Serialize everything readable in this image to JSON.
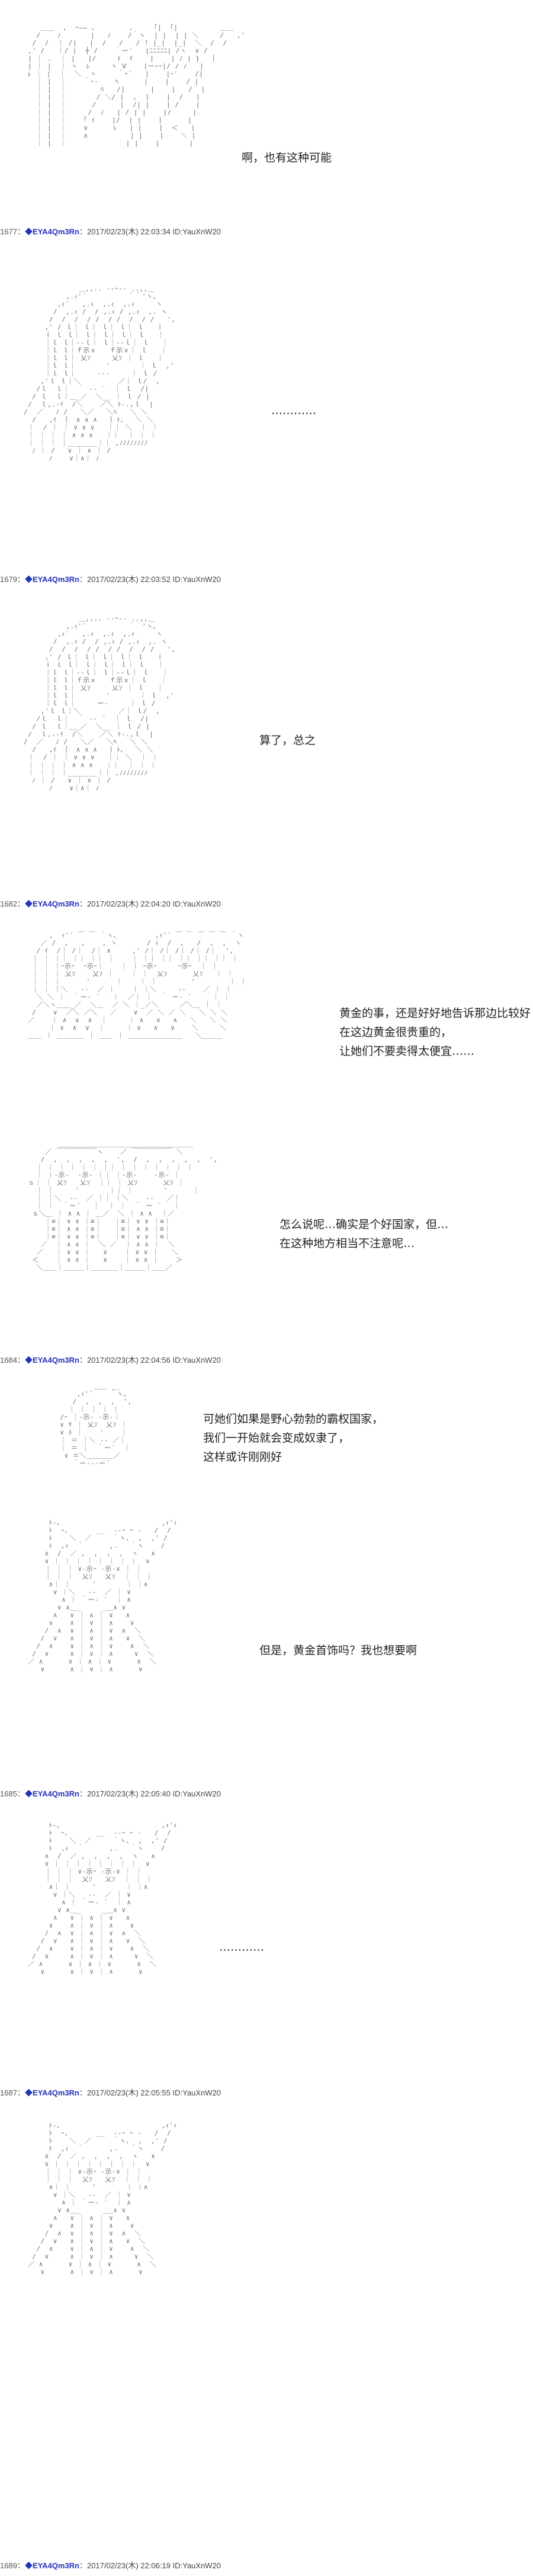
{
  "posts": [
    {
      "number": "1677",
      "sep": "：",
      "name": "EYA4Qm3Rn",
      "datetime": "：2017/02/23(木) 22:03:34 ID:YauXnW20"
    },
    {
      "number": "1679",
      "sep": "：",
      "name": "EYA4Qm3Rn",
      "datetime": "：2017/02/23(木) 22:03:52 ID:YauXnW20"
    },
    {
      "number": "1682",
      "sep": "：",
      "name": "EYA4Qm3Rn",
      "datetime": "：2017/02/23(木) 22:04:20 ID:YauXnW20"
    },
    {
      "number": "1684",
      "sep": "：",
      "name": "EYA4Qm3Rn",
      "datetime": "：2017/02/23(木) 22:04:56 ID:YauXnW20"
    },
    {
      "number": "1685",
      "sep": "：",
      "name": "EYA4Qm3Rn",
      "datetime": "：2017/02/23(木) 22:05:40 ID:YauXnW20"
    },
    {
      "number": "1687",
      "sep": "：",
      "name": "EYA4Qm3Rn",
      "datetime": "：2017/02/23(木) 22:05:55 ID:YauXnW20"
    },
    {
      "number": "1689",
      "sep": "：",
      "name": "EYA4Qm3Rn",
      "datetime": "：2017/02/23(木) 22:06:19 ID:YauXnW20"
    }
  ],
  "dialogue": {
    "line1": "啊，也有这种可能",
    "line2": "…………",
    "line3": "算了，总之",
    "line4a": "黄金的事，还是好好地告诉那边比较好",
    "line4b": "在这边黄金很贵重的，",
    "line4c": "让她们不要卖得太便宜……",
    "line5a": "怎么说呢…确实是个好国家，但…",
    "line5b": "在这种地方相当不注意呢…",
    "line6a": "可她们如果是野心勃勃的霸权国家，",
    "line6b": "我们一开始就会变成奴隶了，",
    "line6c": "这样或许刚刚好",
    "line7": "但是，黄金首饰吗？我也想要啊",
    "line8": "…………"
  },
  "colors": {
    "name": "#2233bb",
    "ascii": "#6a6a6a",
    "background": "#ffffff"
  }
}
